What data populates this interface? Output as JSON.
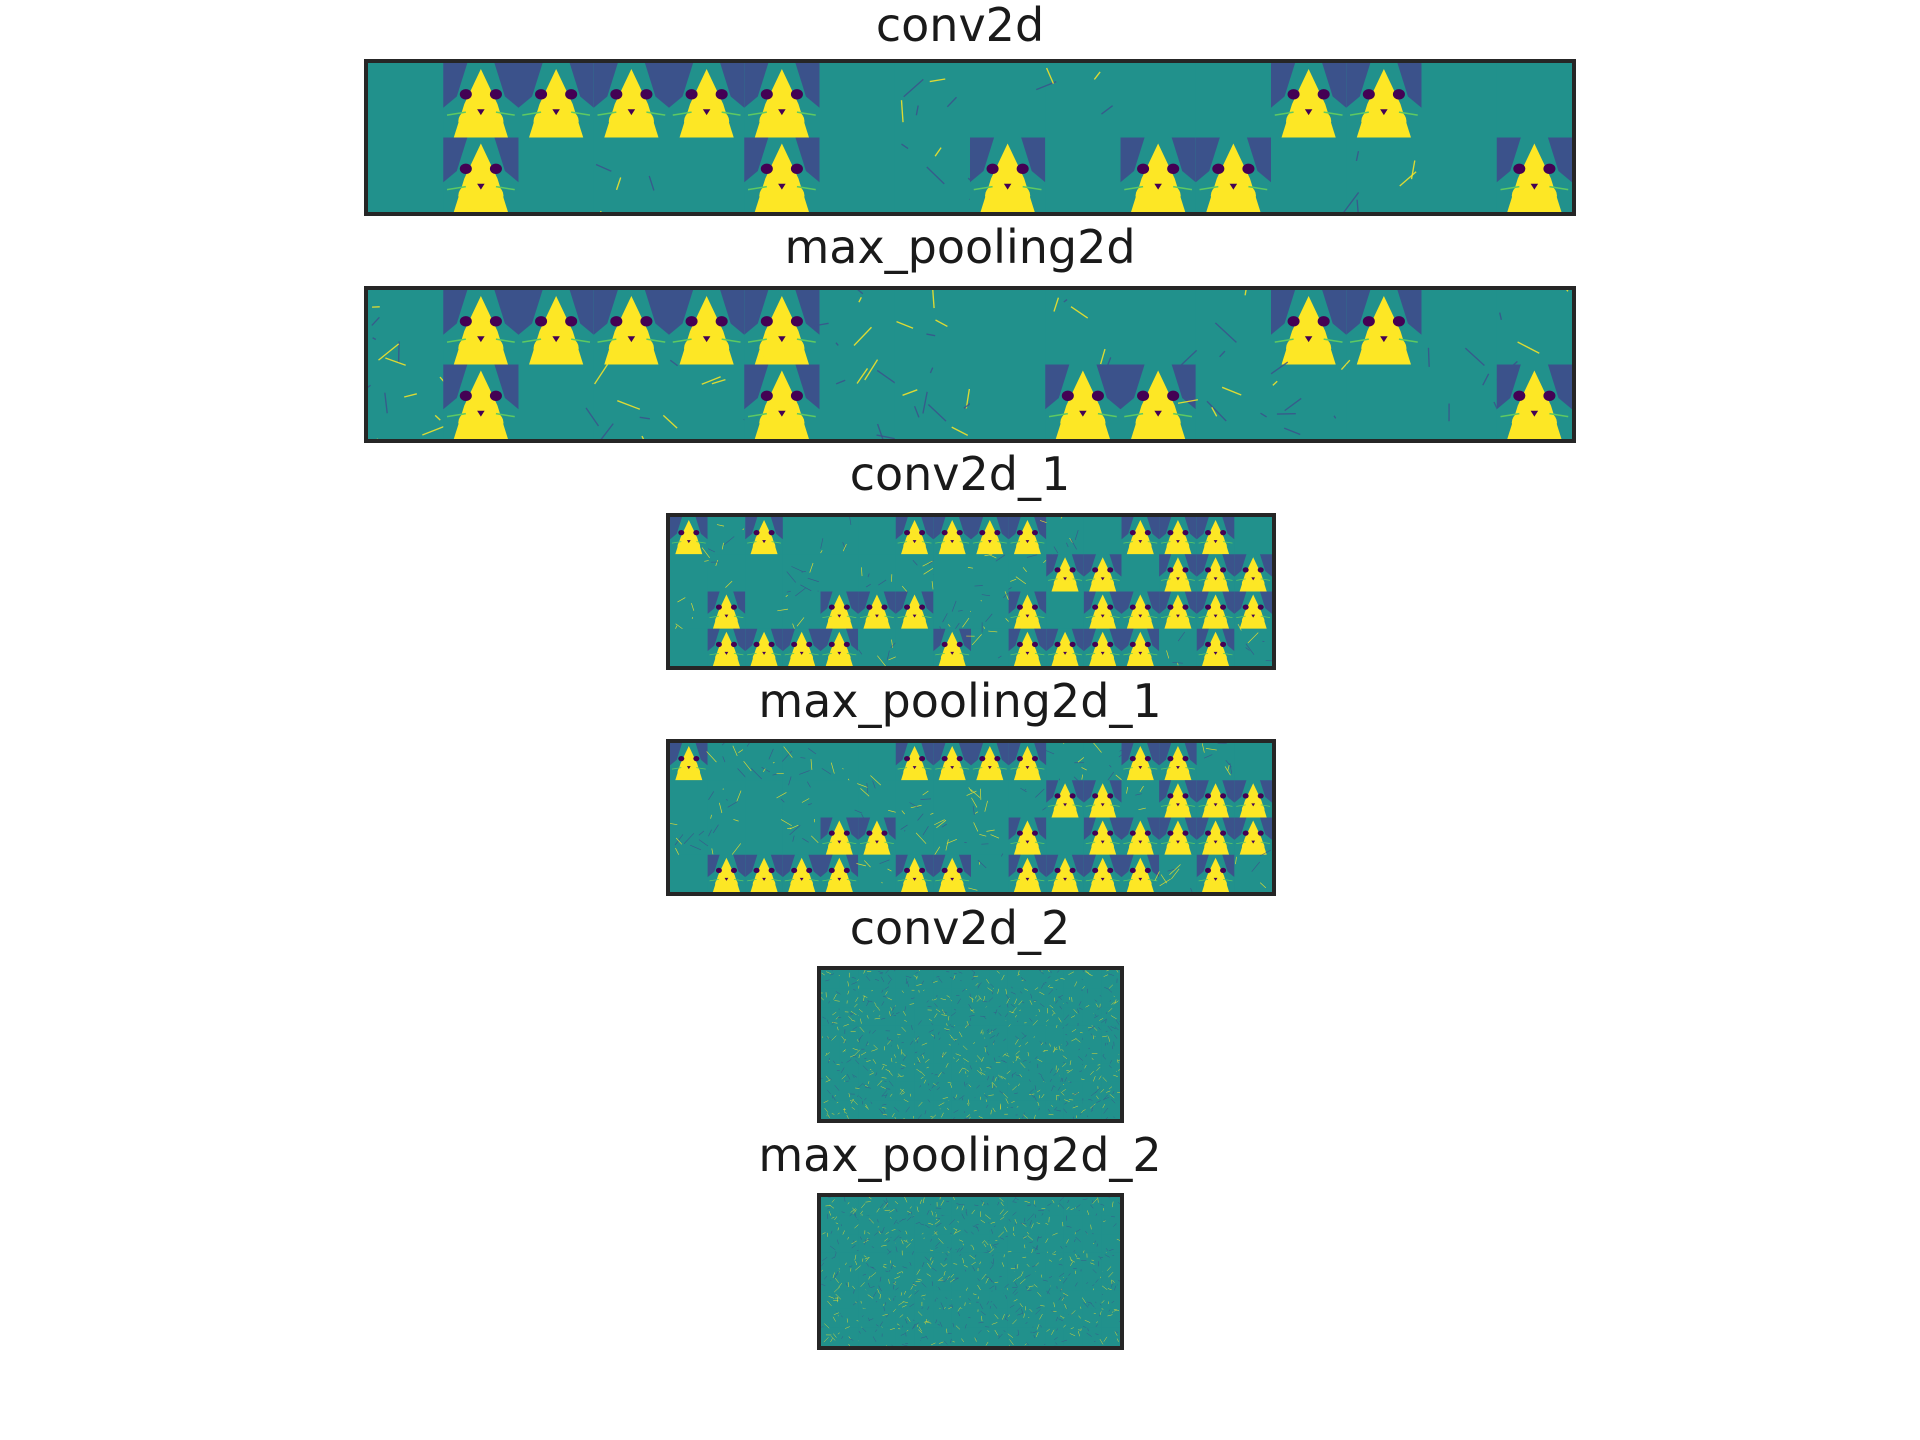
{
  "chart_data": [
    {
      "type": "heatmap",
      "title": "conv2d",
      "grid": {
        "rows": 2,
        "cols": 16,
        "channels": 32
      },
      "colormap": "viridis",
      "colors": {
        "background": "#21918c",
        "high": "#fde725",
        "mid": "#5ec962",
        "low": "#3b528b",
        "darkest": "#440154",
        "frame": "#262626"
      },
      "tile_pattern": "1ccccc0e0e00cc001c0e0c0ec0cc0e0c"
    },
    {
      "type": "heatmap",
      "title": "max_pooling2d",
      "grid": {
        "rows": 2,
        "cols": 16,
        "channels": 32
      },
      "colormap": "viridis",
      "colors": {
        "background": "#21918c",
        "high": "#fde725",
        "mid": "#5ec962",
        "low": "#3b528b",
        "darkest": "#440154",
        "frame": "#262626"
      },
      "tile_pattern": "ecccccee0e0ecc0eec0eecee0ccee0ec"
    },
    {
      "type": "heatmap",
      "title": "conv2d_1",
      "grid": {
        "rows": 4,
        "cols": 16,
        "channels": 64
      },
      "colormap": "viridis",
      "colors": {
        "background": "#21918c",
        "high": "#fde725",
        "mid": "#5ec962",
        "low": "#3b528b",
        "darkest": "#440154",
        "frame": "#262626"
      },
      "tile_pattern": "cec0e0cccce0ccc00e0e0ee0eecc0cccec0eccceec0ccccc0cccce0ceccccece"
    },
    {
      "type": "heatmap",
      "title": "max_pooling2d_1",
      "grid": {
        "rows": 4,
        "cols": 16,
        "channels": 64
      },
      "colormap": "viridis",
      "colors": {
        "background": "#21918c",
        "high": "#fde725",
        "mid": "#5ec962",
        "low": "#3b528b",
        "darkest": "#440154",
        "frame": "#262626"
      },
      "tile_pattern": "ceeee0cccceecce00e0e0ee0eeccecccee0ecceeec0ccccc0ccccecceccccece"
    },
    {
      "type": "heatmap",
      "title": "conv2d_2",
      "grid": {
        "rows": 8,
        "cols": 16,
        "channels": 128
      },
      "colormap": "viridis",
      "colors": {
        "background": "#21918c",
        "high": "#fde725",
        "mid": "#5ec962",
        "low": "#3b528b",
        "darkest": "#440154",
        "frame": "#262626"
      },
      "tile_pattern": "eeeeeeeeeeeeeeeeeeeeeeeeeeeeeeeeeeeeeeeeeeeeeeeeeeeeeeeeeeeeeeeeeeeeeeeeeeeeeeeeeeeeeeeeeeeeeeeeeeeeeeeeeeeeeeeeeeeeeeeeeeeeeeee"
    },
    {
      "type": "heatmap",
      "title": "max_pooling2d_2",
      "grid": {
        "rows": 8,
        "cols": 16,
        "channels": 128
      },
      "colormap": "viridis",
      "colors": {
        "background": "#21918c",
        "high": "#fde725",
        "mid": "#5ec962",
        "low": "#3b528b",
        "darkest": "#440154",
        "frame": "#262626"
      },
      "tile_pattern": "eeeeeeeeeeeeeeeeeeeeeeeeeeeeeeeeeeeeeeeeeeeeeeeeeeeeeeeeeeeeeeeeeeeeeeeeeeeeeeeeeeeeeeeeeeeeeeeeeeeeeeeeeeeeeeeeeeeeeeeeeeeeeeee"
    }
  ]
}
